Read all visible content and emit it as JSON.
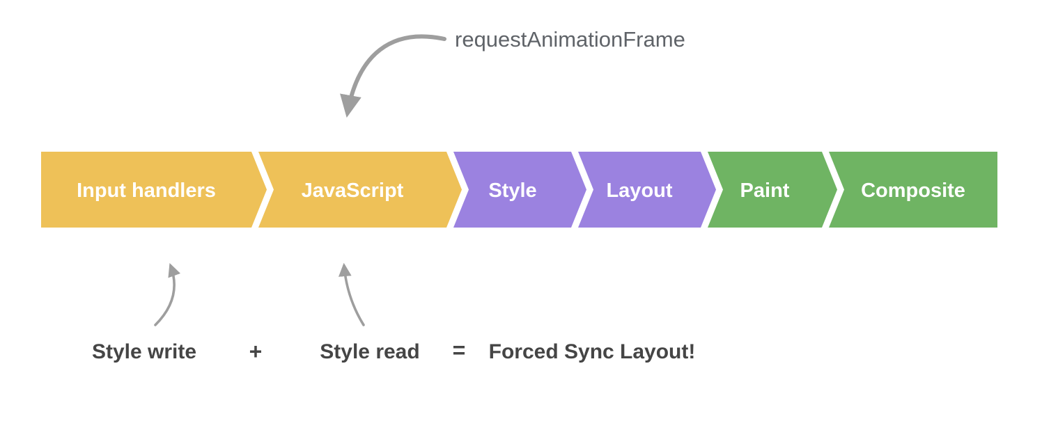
{
  "diagram": {
    "title_annotation": "requestAnimationFrame",
    "pipeline": [
      {
        "label": "Input handlers",
        "color": "#eec158"
      },
      {
        "label": "JavaScript",
        "color": "#eec158"
      },
      {
        "label": "Style",
        "color": "#9b82e0"
      },
      {
        "label": "Layout",
        "color": "#9b82e0"
      },
      {
        "label": "Paint",
        "color": "#6fb463"
      },
      {
        "label": "Composite",
        "color": "#6fb463"
      }
    ],
    "equation": {
      "left_term": "Style write",
      "plus_sign": "+",
      "right_term": "Style read",
      "equals_sign": "=",
      "result": "Forced Sync Layout!"
    },
    "colors": {
      "arrow_gray": "#9e9e9e",
      "annotation_text": "#5f6368",
      "equation_text": "#454545",
      "stage_text": "#ffffff"
    }
  }
}
